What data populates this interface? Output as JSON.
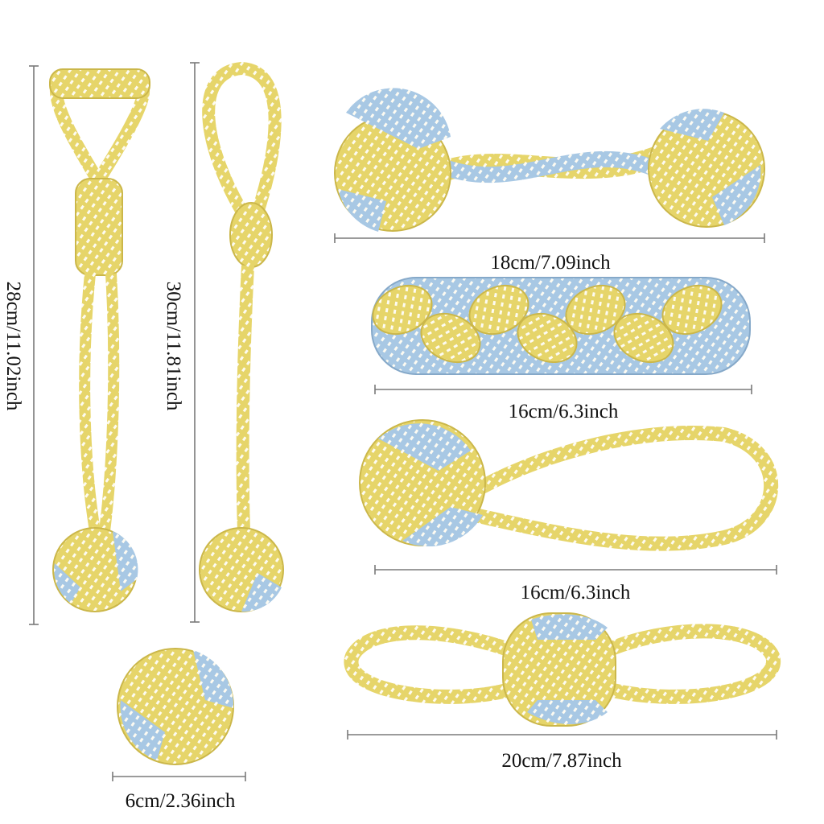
{
  "palette": {
    "rope_yellow": "#e6d56a",
    "rope_yellow_dark": "#cbb74a",
    "rope_blue": "#a8c8e4",
    "rope_blue_dark": "#86a9c9",
    "rope_stripe": "#fdfbf2",
    "measure_line": "#7a7a7a",
    "label_text": "#111111"
  },
  "toys": [
    {
      "name": "handle-tug-with-ball",
      "colors": [
        "yellow",
        "blue"
      ]
    },
    {
      "name": "loop-tug-with-ball",
      "colors": [
        "yellow",
        "blue"
      ]
    },
    {
      "name": "double-knot-bone",
      "colors": [
        "yellow",
        "blue"
      ]
    },
    {
      "name": "braided-stick",
      "colors": [
        "yellow",
        "blue"
      ]
    },
    {
      "name": "ball-with-loop",
      "colors": [
        "yellow",
        "blue"
      ]
    },
    {
      "name": "double-loop-tug",
      "colors": [
        "yellow",
        "blue"
      ]
    },
    {
      "name": "knot-ball",
      "colors": [
        "yellow",
        "blue"
      ]
    }
  ],
  "labels": {
    "handle_tug": "28cm/11.02inch",
    "loop_tug": "30cm/11.81inch",
    "bone": "18cm/7.09inch",
    "braid": "16cm/6.3inch",
    "ball_loop": "16cm/6.3inch",
    "double_loop": "20cm/7.87inch",
    "ball": "6cm/2.36inch"
  }
}
